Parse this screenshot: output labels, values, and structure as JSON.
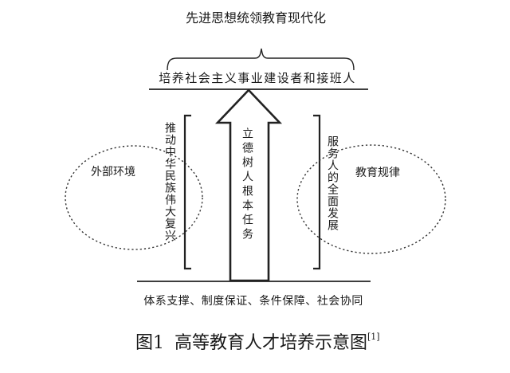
{
  "goal": "先进思想统领教育现代化",
  "mission": "培养社会主义事业建设者和接班人",
  "core_task": "立德树人根本任务",
  "left_bracket_text": "推动中华民族伟大复兴",
  "right_bracket_text": "服务人的全面发展",
  "left_circle": "外部环境",
  "right_circle": "教育规律",
  "foundation": "体系支撑、制度保证、条件保障、社会协同",
  "caption": {
    "label": "图1",
    "title": "高等教育人才培养示意图",
    "ref": "[1]"
  }
}
